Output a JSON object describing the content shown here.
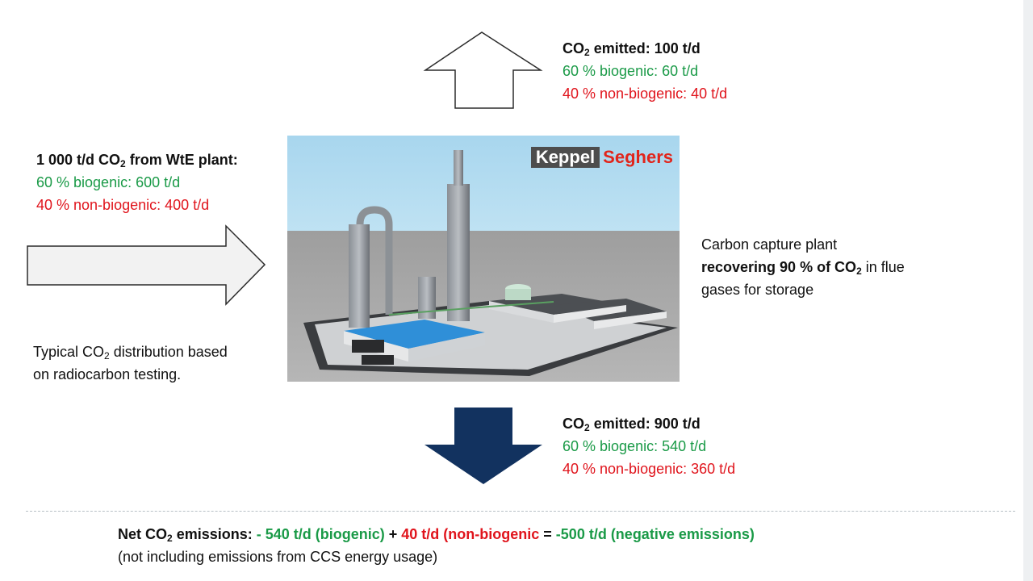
{
  "top_emission": {
    "heading_pre": "CO",
    "heading_sub": "2",
    "heading_post": " emitted: 100 t/d",
    "biogenic": "60 % biogenic: 60 t/d",
    "non_biogenic": "40 % non-biogenic: 40 t/d"
  },
  "input": {
    "heading_pre": "1 000 t/d CO",
    "heading_sub": "2",
    "heading_post": " from WtE plant:",
    "biogenic": "60 % biogenic: 600 t/d",
    "non_biogenic": "40 % non-biogenic: 400 t/d"
  },
  "distribution_note": {
    "pre": "Typical CO",
    "sub": "2",
    "post": " distribution based",
    "line2": "on radiocarbon testing."
  },
  "plant": {
    "logo_part1": "Keppel",
    "logo_part2": "Seghers",
    "logo_colors": {
      "keppel_bg": "#4d4d4d",
      "seghers_text": "#e1251b"
    }
  },
  "capture": {
    "line1": "Carbon capture plant",
    "line2_bold_pre": "recovering 90 % of CO",
    "line2_bold_sub": "2",
    "line2_post": " in flue",
    "line3": "gases for storage"
  },
  "bottom_emission": {
    "heading_pre": "CO",
    "heading_sub": "2",
    "heading_post": " emitted: 900 t/d",
    "biogenic": "60 % biogenic: 540 t/d",
    "non_biogenic": "40 % non-biogenic: 360 t/d"
  },
  "net": {
    "label_pre": "Net CO",
    "label_sub": "2",
    "label_post": " emissions: ",
    "biogenic": "- 540 t/d (biogenic)",
    "plus": " + ",
    "non_biogenic": "40 t/d (non-biogenic",
    "equals": " = ",
    "result": "-500 t/d (negative emissions)",
    "footnote": "(not including emissions from CCS energy usage)"
  },
  "colors": {
    "green": "#1a9a47",
    "red": "#e0141c",
    "navy_arrow": "#12325f"
  }
}
